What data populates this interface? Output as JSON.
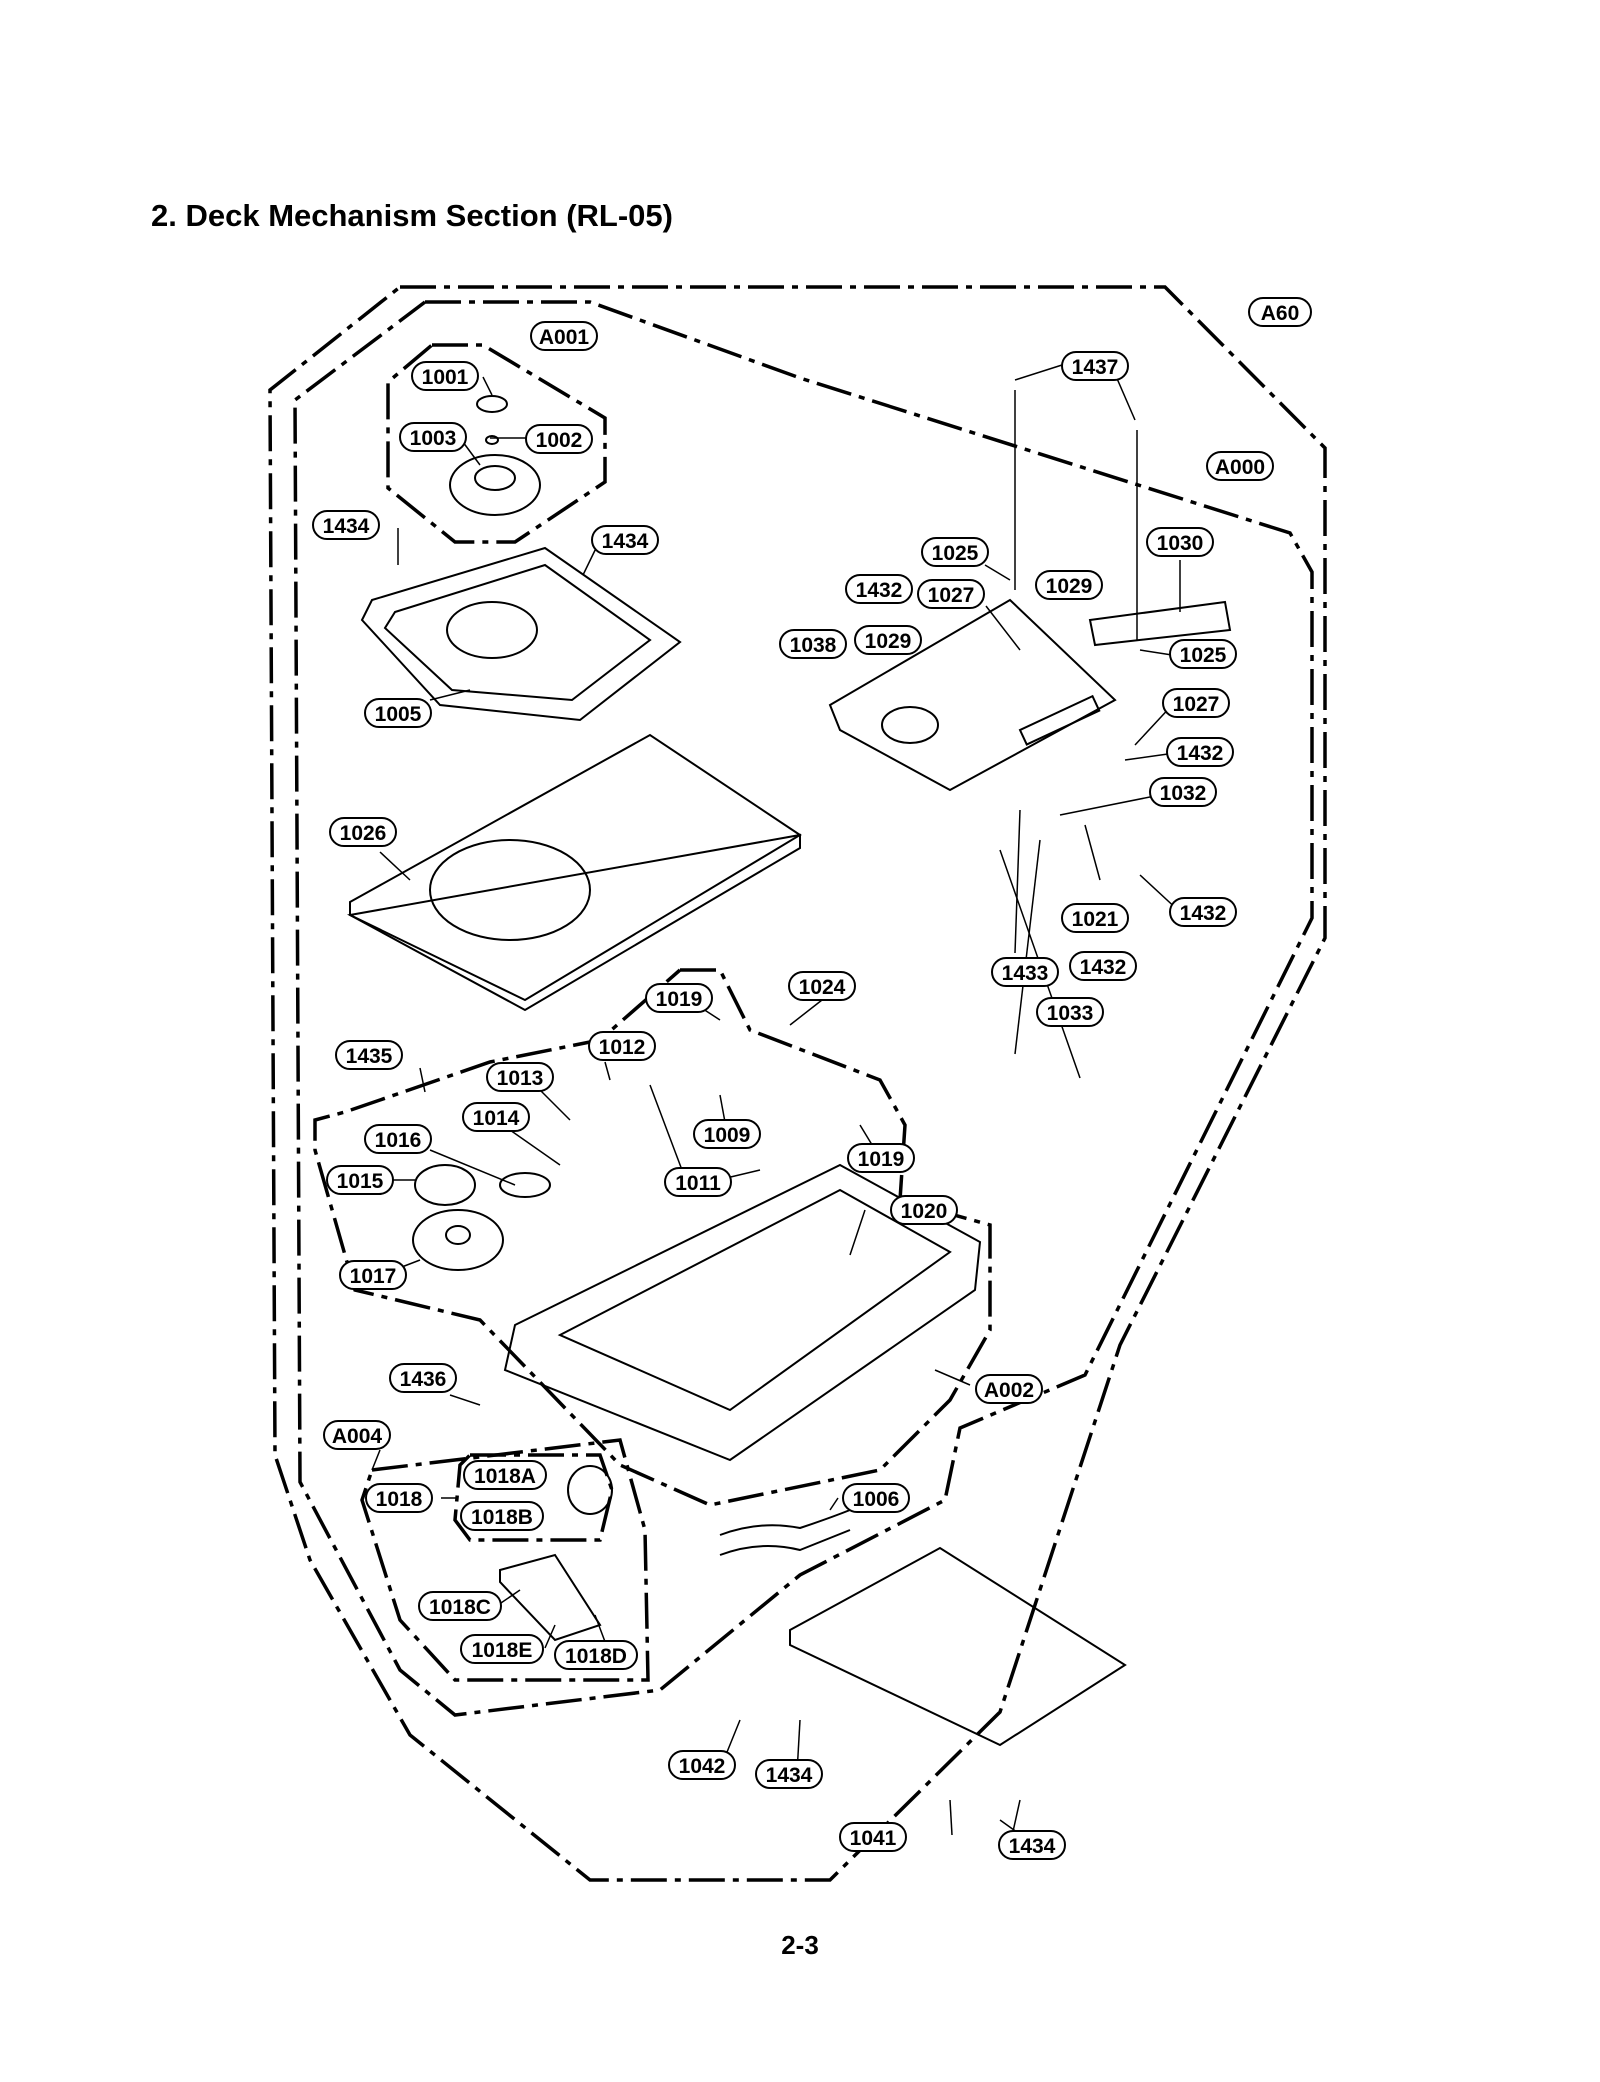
{
  "page_title": "2. Deck Mechanism Section (RL-05)",
  "page_number": "2-3",
  "labels": {
    "a60": "A60",
    "a000": "A000",
    "a001": "A001",
    "a002": "A002",
    "a004": "A004",
    "p1001": "1001",
    "p1002": "1002",
    "p1003": "1003",
    "p1005": "1005",
    "p1006": "1006",
    "p1009": "1009",
    "p1011": "1011",
    "p1012": "1012",
    "p1013": "1013",
    "p1014": "1014",
    "p1015": "1015",
    "p1016": "1016",
    "p1017": "1017",
    "p1018": "1018",
    "p1018a": "1018A",
    "p1018b": "1018B",
    "p1018c": "1018C",
    "p1018d": "1018D",
    "p1018e": "1018E",
    "p1019": "1019",
    "p1020": "1020",
    "p1021": "1021",
    "p1024": "1024",
    "p1025": "1025",
    "p1026": "1026",
    "p1027": "1027",
    "p1029": "1029",
    "p1030": "1030",
    "p1032": "1032",
    "p1033": "1033",
    "p1038": "1038",
    "p1041": "1041",
    "p1042": "1042",
    "p1432": "1432",
    "p1433": "1433",
    "p1434": "1434",
    "p1435": "1435",
    "p1436": "1436",
    "p1437": "1437"
  }
}
